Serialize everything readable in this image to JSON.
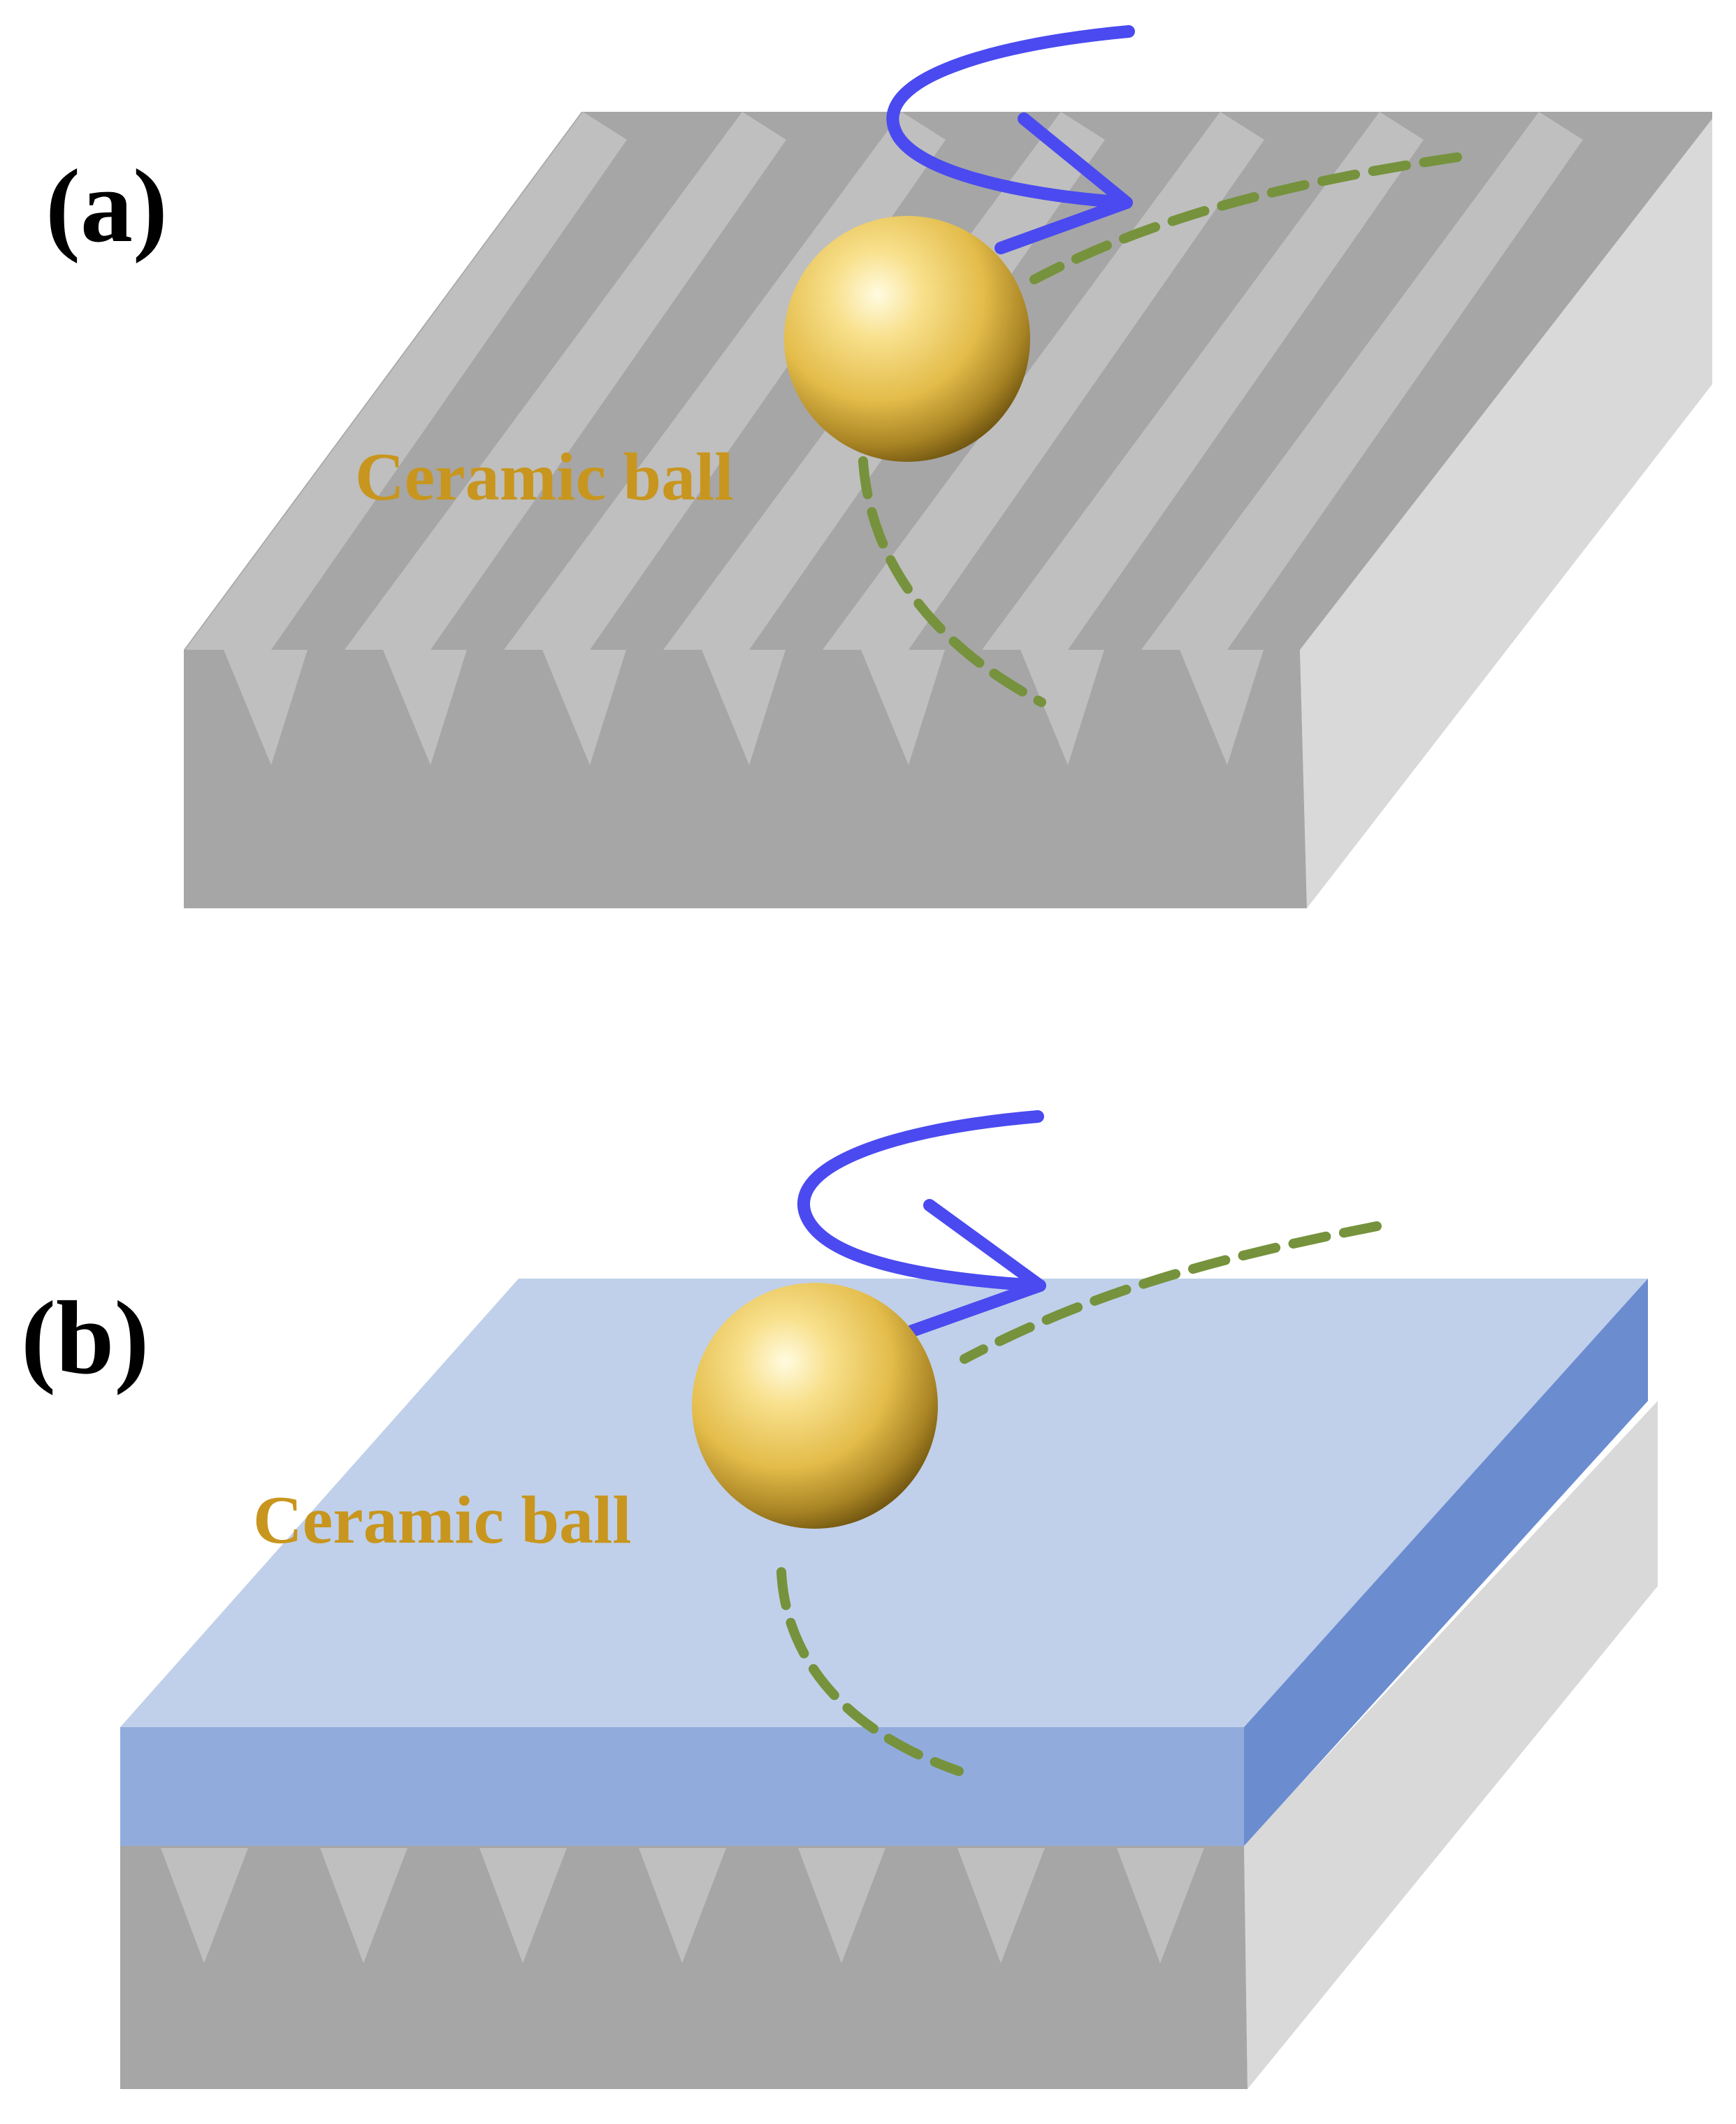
{
  "panels": [
    {
      "label": "(a)",
      "ball_label": "Ceramic ball",
      "surface": "grooved"
    },
    {
      "label": "(b)",
      "ball_label": "Ceramic ball",
      "surface": "coated"
    }
  ],
  "colors": {
    "substrate_front": "#a6a6a6",
    "substrate_side": "#d9d9d9",
    "groove_light": "#bfbfbf",
    "coating_top": "#c0d0ea",
    "coating_front": "#91acdc",
    "coating_side": "#6b8ccf",
    "rotation_arrow": "#4a4af0",
    "trajectory": "#76923c",
    "ball": "#e8c24a",
    "label_gold": "#c8961e"
  },
  "icons": [
    "ceramic-ball-icon",
    "rotation-arrow-icon",
    "trajectory-icon"
  ]
}
